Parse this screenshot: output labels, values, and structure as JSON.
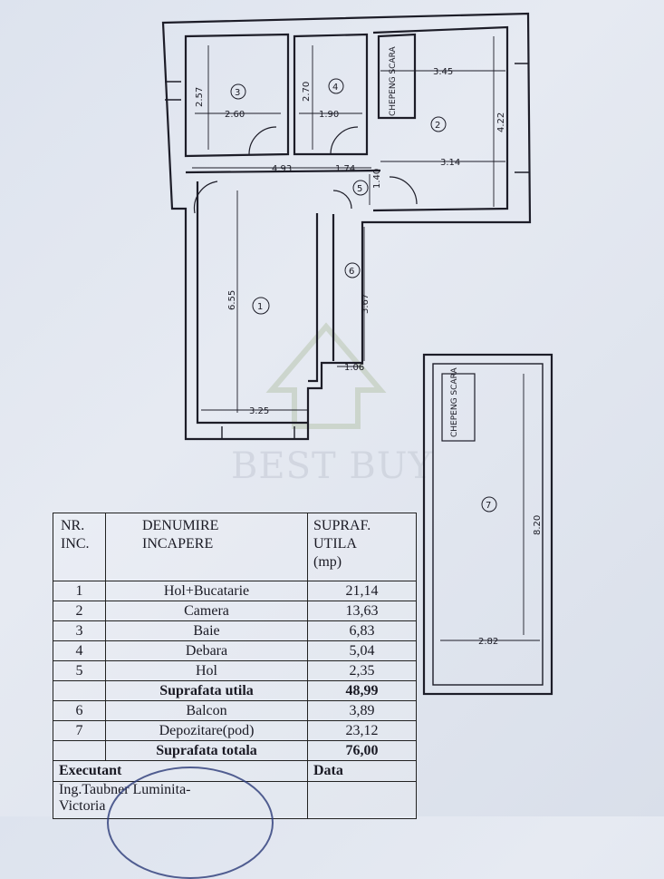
{
  "watermark": {
    "text": "BEST BUY"
  },
  "rooms": [
    {
      "num": "1",
      "dim_a": "6.55",
      "dim_b": "3.25"
    },
    {
      "num": "2",
      "dim_a": "3.45",
      "dim_b": "4.22",
      "dim_c": "3.14",
      "closet": "CHEPENG SCARA"
    },
    {
      "num": "3",
      "dim_a": "2.57",
      "dim_b": "2.60"
    },
    {
      "num": "4",
      "dim_a": "2.70",
      "dim_b": "1.90"
    },
    {
      "num": "5",
      "dim_a": "1.74",
      "dim_b": "1.40",
      "corridor": "4.93"
    },
    {
      "num": "6",
      "dim_a": "3.67",
      "dim_b": "1.06"
    },
    {
      "num": "7",
      "dim_a": "8.20",
      "dim_b": "2.82",
      "closet": "CHEPENG SCARA"
    }
  ],
  "table": {
    "headers": {
      "c1_line1": "NR.",
      "c1_line2": "INC.",
      "c2_line1": "DENUMIRE",
      "c2_line2": "INCAPERE",
      "c3_line1": "SUPRAF.",
      "c3_line2": "UTILA",
      "c3_line3": "(mp)"
    },
    "rows": [
      {
        "nr": "1",
        "name": "Hol+Bucatarie",
        "area": "21,14"
      },
      {
        "nr": "2",
        "name": "Camera",
        "area": "13,63"
      },
      {
        "nr": "3",
        "name": "Baie",
        "area": "6,83"
      },
      {
        "nr": "4",
        "name": "Debara",
        "area": "5,04"
      },
      {
        "nr": "5",
        "name": "Hol",
        "area": "2,35"
      },
      {
        "nr": "",
        "name": "Suprafata utila",
        "area": "48,99"
      },
      {
        "nr": "6",
        "name": "Balcon",
        "area": "3,89"
      },
      {
        "nr": "7",
        "name": "Depozitare(pod)",
        "area": "23,12"
      },
      {
        "nr": "",
        "name": "Suprafata totala",
        "area": "76,00"
      }
    ],
    "executant_label": "Executant",
    "data_label": "Data",
    "executant_name_line1": "Ing.Taubner Luminita-",
    "executant_name_line2": "Victoria"
  }
}
